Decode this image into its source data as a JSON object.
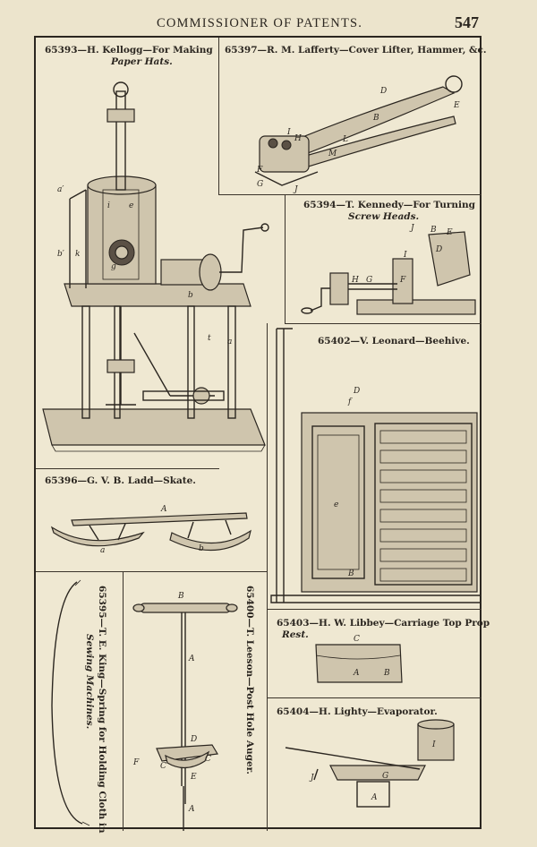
{
  "header": {
    "title": "COMMISSIONER OF PATENTS.",
    "page_number": "547"
  },
  "patents": {
    "p65393": {
      "caption_line1": "65393—H. Kellogg—For Making",
      "caption_line2": "Paper Hats."
    },
    "p65397": {
      "caption": "65397—R. M. Lafferty—Cover Lifter, Hammer, &c."
    },
    "p65394": {
      "caption_line1": "65394—T. Kennedy—For Turning",
      "caption_line2": "Screw Heads."
    },
    "p65402": {
      "caption": "65402—V. Leonard—Beehive."
    },
    "p65396": {
      "caption": "65396—G. V. B. Ladd—Skate."
    },
    "p65395": {
      "caption_line1": "65395—T. E. King—Spring for Holding Cloth in",
      "caption_line2": "Sewing Machines."
    },
    "p65400": {
      "caption": "65400—T. Leeson—Post Hole Auger."
    },
    "p65403": {
      "caption_line1": "65403—H. W. Libbey—Carriage Top Prop",
      "caption_line2": "Rest."
    },
    "p65404": {
      "caption": "65404—H. Lighty—Evaporator."
    }
  },
  "figure_labels": {
    "kellogg": [
      "a′",
      "b′",
      "k",
      "i",
      "e",
      "g",
      "b",
      "t",
      "a"
    ],
    "lafferty": [
      "D",
      "E",
      "B",
      "I",
      "H",
      "L",
      "M",
      "F",
      "G",
      "J"
    ],
    "kennedy": [
      "J",
      "B",
      "E",
      "I",
      "D",
      "H",
      "G",
      "F"
    ],
    "leonard": [
      "D",
      "f",
      "e",
      "B"
    ],
    "ladd": [
      "A",
      "a",
      "b"
    ],
    "leeson": [
      "B",
      "A",
      "D",
      "F",
      "C",
      "C",
      "E",
      "A"
    ],
    "libbey": [
      "C",
      "A",
      "B"
    ],
    "lighty": [
      "I",
      "J",
      "G",
      "A"
    ]
  }
}
